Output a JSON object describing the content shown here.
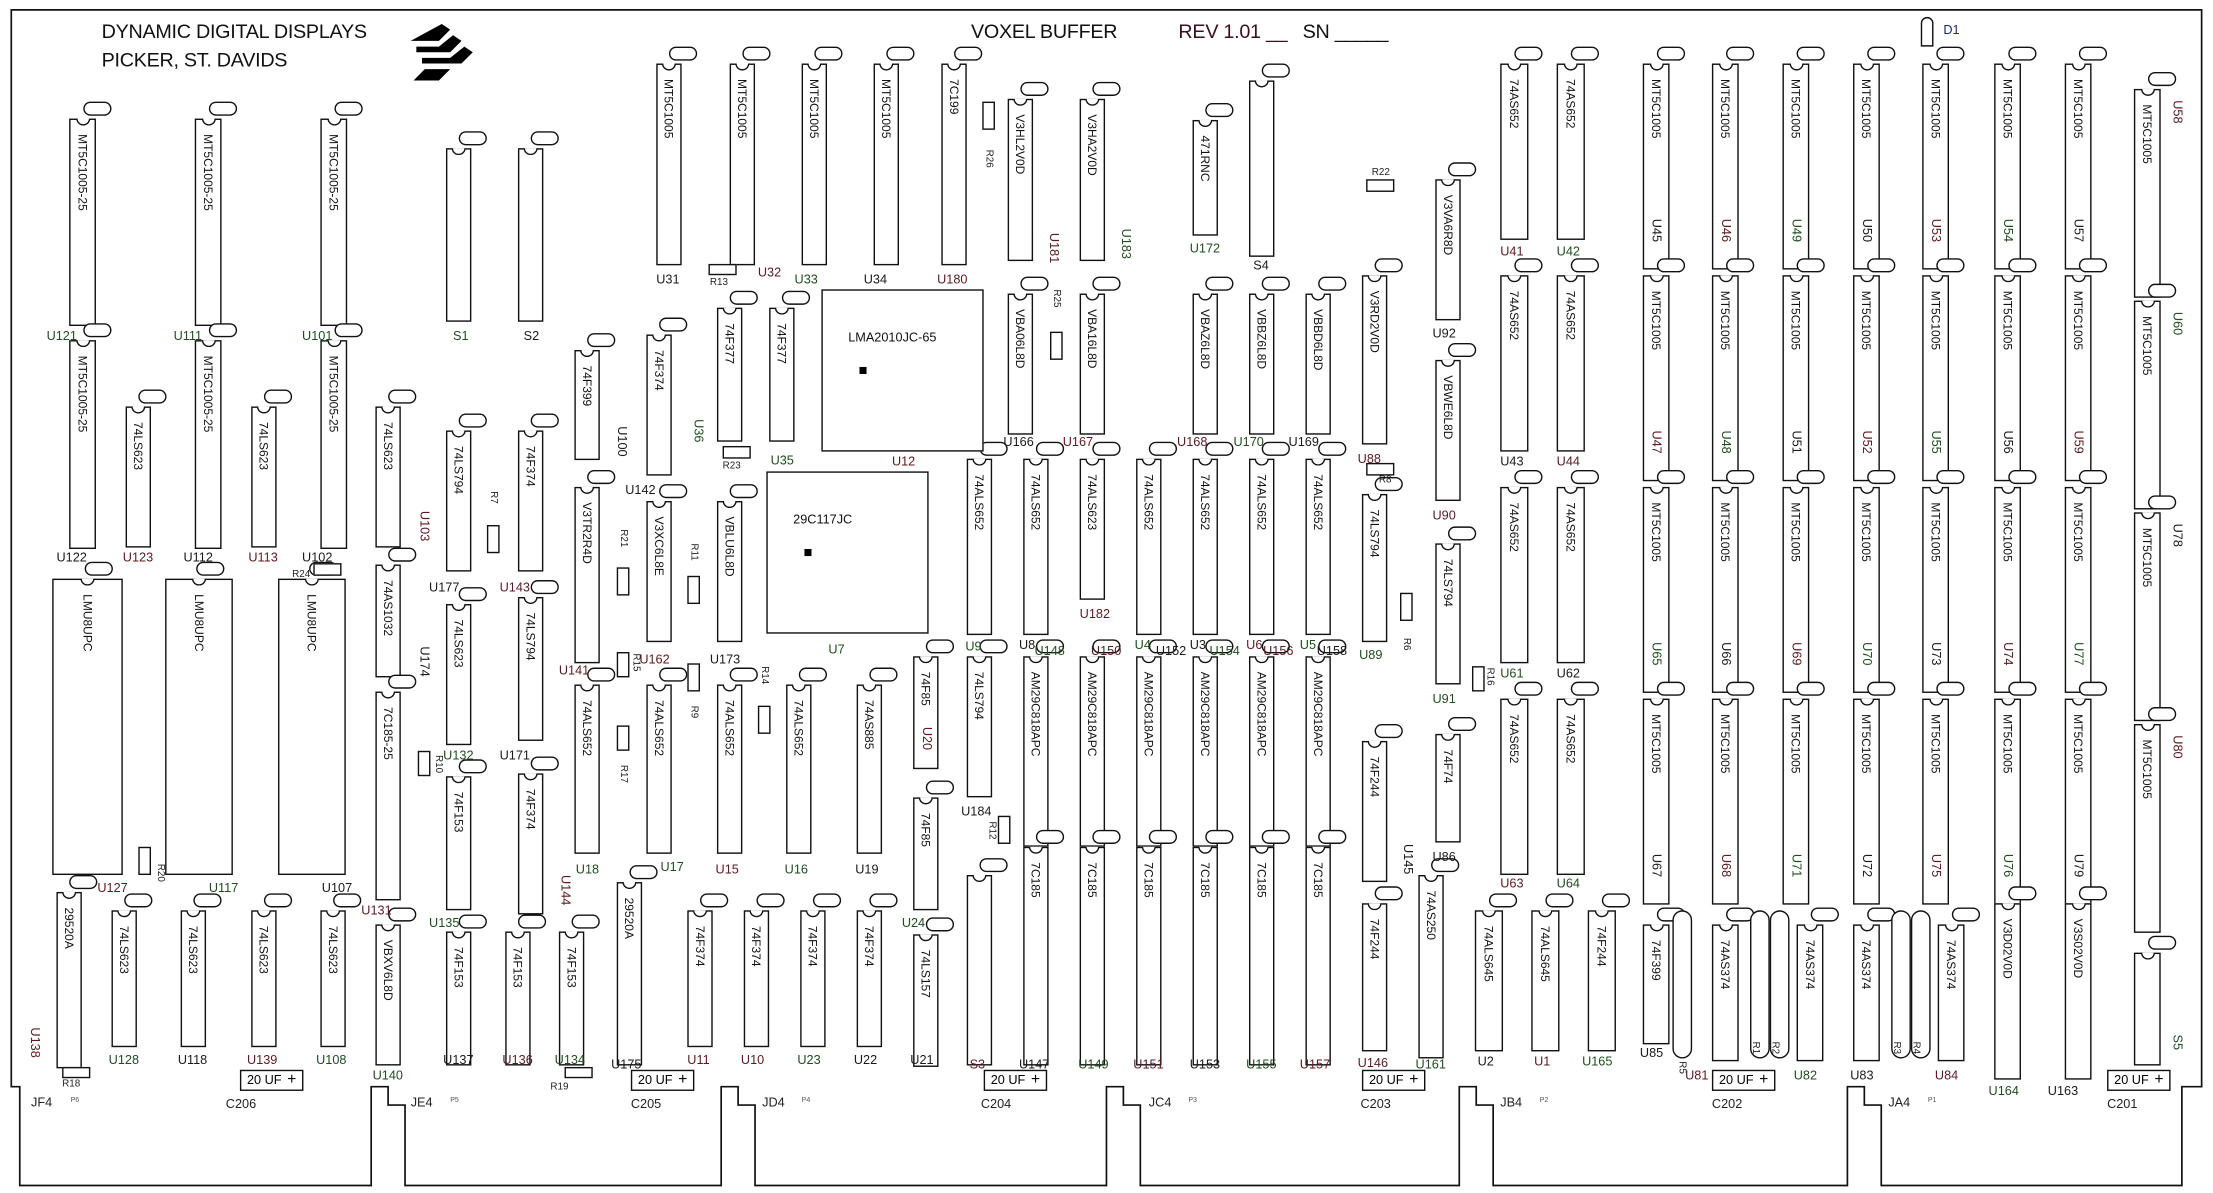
{
  "header": {
    "company": "DYNAMIC DIGITAL DISPLAYS",
    "location": "PICKER, ST. DAVIDS",
    "board_title": "VOXEL BUFFER",
    "revision": "REV 1.01 __",
    "serial": "SN _____",
    "logo": "chevron-stripes-logo"
  },
  "diode": {
    "ref": "D1"
  },
  "chips": [
    {
      "ref": "U121",
      "part": "MT5C1005-25"
    },
    {
      "ref": "U122",
      "part": "MT5C1005-25"
    },
    {
      "ref": "U123",
      "part": "74LS623"
    },
    {
      "ref": "U111",
      "part": "MT5C1005-25"
    },
    {
      "ref": "U112",
      "part": "MT5C1005-25"
    },
    {
      "ref": "U113",
      "part": "74LS623"
    },
    {
      "ref": "U101",
      "part": "MT5C1005-25"
    },
    {
      "ref": "U102",
      "part": "MT5C1005-25"
    },
    {
      "ref": "U103",
      "part": "74LS623"
    },
    {
      "ref": "S1",
      "part": ""
    },
    {
      "ref": "S2",
      "part": ""
    },
    {
      "ref": "U127",
      "part": "LMU8UPC"
    },
    {
      "ref": "U117",
      "part": "LMU8UPC"
    },
    {
      "ref": "U107",
      "part": "LMU8UPC"
    },
    {
      "ref": "U138",
      "part": "29520A"
    },
    {
      "ref": "U128",
      "part": "74LS623"
    },
    {
      "ref": "U118",
      "part": "74LS623"
    },
    {
      "ref": "U139",
      "part": "74LS623"
    },
    {
      "ref": "U108",
      "part": "74LS623"
    },
    {
      "ref": "U174",
      "part": "74AS1032"
    },
    {
      "ref": "U131",
      "part": "7C185-25"
    },
    {
      "ref": "U140",
      "part": "VBXV6L8D"
    },
    {
      "ref": "U177",
      "part": "74LS794"
    },
    {
      "ref": "U143",
      "part": "74F374"
    },
    {
      "ref": "U132",
      "part": "74LS623"
    },
    {
      "ref": "U171",
      "part": "74LS794"
    },
    {
      "ref": "U144",
      "part": "74F374"
    },
    {
      "ref": "U135",
      "part": "74F153"
    },
    {
      "ref": "U137",
      "part": "74F153"
    },
    {
      "ref": "U136",
      "part": "74F153"
    },
    {
      "ref": "U134",
      "part": "74F153"
    },
    {
      "ref": "U100",
      "part": "74F399"
    },
    {
      "ref": "U141",
      "part": "V3TR2R4D"
    },
    {
      "ref": "U18",
      "part": "74ALS652"
    },
    {
      "ref": "U142",
      "part": "74F374"
    },
    {
      "ref": "U162",
      "part": "V3XC6L8E"
    },
    {
      "ref": "U17",
      "part": "74ALS652"
    },
    {
      "ref": "U175",
      "part": "29520A"
    },
    {
      "ref": "U11",
      "part": "74F374"
    },
    {
      "ref": "U36",
      "part": "74F377"
    },
    {
      "ref": "U31",
      "part": "MT5C1005"
    },
    {
      "ref": "U32",
      "part": "MT5C1005"
    },
    {
      "ref": "U33",
      "part": "MT5C1005"
    },
    {
      "ref": "U34",
      "part": "MT5C1005"
    },
    {
      "ref": "U180",
      "part": "7C199"
    },
    {
      "ref": "U35",
      "part": "74F377"
    },
    {
      "ref": "U173",
      "part": "VBLU6L8D"
    },
    {
      "ref": "U15",
      "part": "74ALS652"
    },
    {
      "ref": "U16",
      "part": "74ALS652"
    },
    {
      "ref": "U19",
      "part": "74AS885"
    },
    {
      "ref": "U20",
      "part": "74F85"
    },
    {
      "ref": "U24",
      "part": "74F85"
    },
    {
      "ref": "U21",
      "part": "74LS157"
    },
    {
      "ref": "U10",
      "part": "74F374"
    },
    {
      "ref": "U23",
      "part": "74F374"
    },
    {
      "ref": "U22",
      "part": "74F374"
    },
    {
      "ref": "U181",
      "part": "V3HL2V0D"
    },
    {
      "ref": "U183",
      "part": "V3HA2V0D"
    },
    {
      "ref": "U166",
      "part": "VBA06L8D"
    },
    {
      "ref": "U167",
      "part": "VBA16L8D"
    },
    {
      "ref": "U9",
      "part": "74ALS652"
    },
    {
      "ref": "U8",
      "part": "74ALS652"
    },
    {
      "ref": "U182",
      "part": "74ALS623"
    },
    {
      "ref": "U4",
      "part": "74ALS652"
    },
    {
      "ref": "U3",
      "part": "74ALS652"
    },
    {
      "ref": "U6",
      "part": "74ALS652"
    },
    {
      "ref": "U5",
      "part": "74ALS652"
    },
    {
      "ref": "U184",
      "part": "74LS794"
    },
    {
      "ref": "S3",
      "part": ""
    },
    {
      "ref": "U148",
      "part": "AM29C818APC"
    },
    {
      "ref": "U147",
      "part": "7C185"
    },
    {
      "ref": "U150",
      "part": "AM29C818APC"
    },
    {
      "ref": "U149",
      "part": "7C185"
    },
    {
      "ref": "U152",
      "part": "AM29C818APC"
    },
    {
      "ref": "U151",
      "part": "7C185"
    },
    {
      "ref": "U154",
      "part": "AM29C818APC"
    },
    {
      "ref": "U153",
      "part": "7C185"
    },
    {
      "ref": "U156",
      "part": "AM29C818APC"
    },
    {
      "ref": "U155",
      "part": "7C185"
    },
    {
      "ref": "U158",
      "part": "AM29C818APC"
    },
    {
      "ref": "U157",
      "part": "7C185"
    },
    {
      "ref": "U172",
      "part": "471RNC"
    },
    {
      "ref": "S4",
      "part": ""
    },
    {
      "ref": "U168",
      "part": "VBAZ6L8D"
    },
    {
      "ref": "U170",
      "part": "VBBZ6L8D"
    },
    {
      "ref": "U169",
      "part": "VBBD6L8D"
    },
    {
      "ref": "U88",
      "part": "V3RD2V0D"
    },
    {
      "ref": "U89",
      "part": "74LS794"
    },
    {
      "ref": "U145",
      "part": "74F244"
    },
    {
      "ref": "U146",
      "part": "74F244"
    },
    {
      "ref": "U161",
      "part": "74AS250"
    },
    {
      "ref": "U92",
      "part": "V3VA6R8D"
    },
    {
      "ref": "U90",
      "part": "VBWE6L8D"
    },
    {
      "ref": "U91",
      "part": "74LS794"
    },
    {
      "ref": "U86",
      "part": "74F74"
    },
    {
      "ref": "U41",
      "part": "74AS652"
    },
    {
      "ref": "U42",
      "part": "74AS652"
    },
    {
      "ref": "U43",
      "part": "74AS652"
    },
    {
      "ref": "U44",
      "part": "74AS652"
    },
    {
      "ref": "U61",
      "part": "74AS652"
    },
    {
      "ref": "U62",
      "part": "74AS652"
    },
    {
      "ref": "U63",
      "part": "74AS652"
    },
    {
      "ref": "U64",
      "part": "74AS652"
    },
    {
      "ref": "U2",
      "part": "74ALS645"
    },
    {
      "ref": "U1",
      "part": "74ALS645"
    },
    {
      "ref": "U165",
      "part": "74F244"
    },
    {
      "ref": "U45",
      "part": "MT5C1005"
    },
    {
      "ref": "U47",
      "part": "MT5C1005"
    },
    {
      "ref": "U65",
      "part": "MT5C1005"
    },
    {
      "ref": "U67",
      "part": "MT5C1005"
    },
    {
      "ref": "U46",
      "part": "MT5C1005"
    },
    {
      "ref": "U48",
      "part": "MT5C1005"
    },
    {
      "ref": "U66",
      "part": "MT5C1005"
    },
    {
      "ref": "U68",
      "part": "MT5C1005"
    },
    {
      "ref": "U49",
      "part": "MT5C1005"
    },
    {
      "ref": "U51",
      "part": "MT5C1005"
    },
    {
      "ref": "U69",
      "part": "MT5C1005"
    },
    {
      "ref": "U71",
      "part": "MT5C1005"
    },
    {
      "ref": "U50",
      "part": "MT5C1005"
    },
    {
      "ref": "U52",
      "part": "MT5C1005"
    },
    {
      "ref": "U70",
      "part": "MT5C1005"
    },
    {
      "ref": "U72",
      "part": "MT5C1005"
    },
    {
      "ref": "U53",
      "part": "MT5C1005"
    },
    {
      "ref": "U55",
      "part": "MT5C1005"
    },
    {
      "ref": "U73",
      "part": "MT5C1005"
    },
    {
      "ref": "U75",
      "part": "MT5C1005"
    },
    {
      "ref": "U54",
      "part": "MT5C1005"
    },
    {
      "ref": "U56",
      "part": "MT5C1005"
    },
    {
      "ref": "U74",
      "part": "MT5C1005"
    },
    {
      "ref": "U76",
      "part": "MT5C1005"
    },
    {
      "ref": "U57",
      "part": "MT5C1005"
    },
    {
      "ref": "U59",
      "part": "MT5C1005"
    },
    {
      "ref": "U77",
      "part": "MT5C1005"
    },
    {
      "ref": "U79",
      "part": "MT5C1005"
    },
    {
      "ref": "U58",
      "part": "MT5C1005"
    },
    {
      "ref": "U60",
      "part": "MT5C1005"
    },
    {
      "ref": "U78",
      "part": "MT5C1005"
    },
    {
      "ref": "U80",
      "part": "MT5C1005"
    },
    {
      "ref": "S5",
      "part": ""
    },
    {
      "ref": "U85",
      "part": "74F399"
    },
    {
      "ref": "U81",
      "part": "74AS374"
    },
    {
      "ref": "U82",
      "part": "74AS374"
    },
    {
      "ref": "U83",
      "part": "74AS374"
    },
    {
      "ref": "U84",
      "part": "74AS374"
    },
    {
      "ref": "U164",
      "part": "V3D02V0D"
    },
    {
      "ref": "U163",
      "part": "V3S02V0D"
    },
    {
      "ref": "U12",
      "part": "LMA2010JC-65"
    },
    {
      "ref": "U7",
      "part": "29C117JC"
    }
  ],
  "resistors": [
    {
      "ref": "R24"
    },
    {
      "ref": "R20"
    },
    {
      "ref": "R18"
    },
    {
      "ref": "R10"
    },
    {
      "ref": "R7"
    },
    {
      "ref": "R19"
    },
    {
      "ref": "R21"
    },
    {
      "ref": "R15"
    },
    {
      "ref": "R17"
    },
    {
      "ref": "R11"
    },
    {
      "ref": "R9"
    },
    {
      "ref": "R23"
    },
    {
      "ref": "R13"
    },
    {
      "ref": "R14"
    },
    {
      "ref": "R26"
    },
    {
      "ref": "R25"
    },
    {
      "ref": "R12"
    },
    {
      "ref": "R22"
    },
    {
      "ref": "R8"
    },
    {
      "ref": "R6"
    },
    {
      "ref": "R16"
    },
    {
      "ref": "R5"
    },
    {
      "ref": "R1"
    },
    {
      "ref": "R2"
    },
    {
      "ref": "R3"
    },
    {
      "ref": "R4"
    }
  ],
  "capacitors": [
    {
      "ref": "C206",
      "value": "20 UF",
      "polarity": "+"
    },
    {
      "ref": "C205",
      "value": "20 UF",
      "polarity": "+"
    },
    {
      "ref": "C204",
      "value": "20 UF",
      "polarity": "+"
    },
    {
      "ref": "C203",
      "value": "20 UF",
      "polarity": "+"
    },
    {
      "ref": "C202",
      "value": "20 UF",
      "polarity": "+"
    },
    {
      "ref": "C201",
      "value": "20 UF",
      "polarity": "+"
    }
  ],
  "connectors": [
    {
      "ref": "JF4",
      "pin": "P6"
    },
    {
      "ref": "JE4",
      "pin": "P5"
    },
    {
      "ref": "JD4",
      "pin": "P4"
    },
    {
      "ref": "JC4",
      "pin": "P3"
    },
    {
      "ref": "JB4",
      "pin": "P2"
    },
    {
      "ref": "JA4",
      "pin": "P1"
    }
  ]
}
